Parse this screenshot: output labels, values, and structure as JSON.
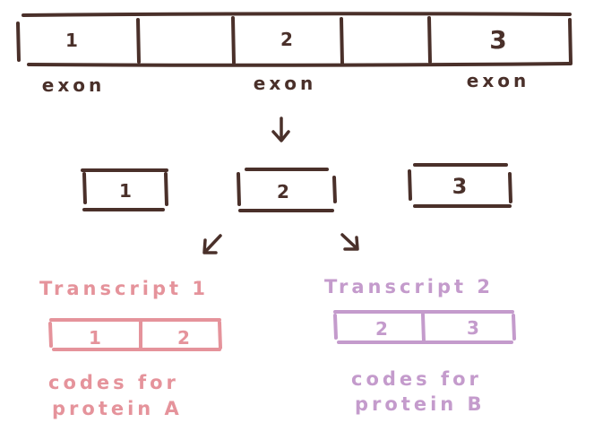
{
  "colors": {
    "ink": "#4a302a",
    "transcript1": "#e5939b",
    "transcript2": "#c49bcc",
    "background": "#ffffff"
  },
  "gene": {
    "exon_numbers": [
      "1",
      "2",
      "3"
    ],
    "exon_label": "exon"
  },
  "spliced_exons": [
    "1",
    "2",
    "3"
  ],
  "transcript_1": {
    "title": "Transcript 1",
    "exons": [
      "1",
      "2"
    ],
    "caption_line1": "codes for",
    "caption_line2": "protein A"
  },
  "transcript_2": {
    "title": "Transcript 2",
    "exons": [
      "2",
      "3"
    ],
    "caption_line1": "codes for",
    "caption_line2": "protein B"
  },
  "icons": [
    "arrow-down-icon",
    "arrow-down-left-icon",
    "arrow-down-right-icon"
  ]
}
